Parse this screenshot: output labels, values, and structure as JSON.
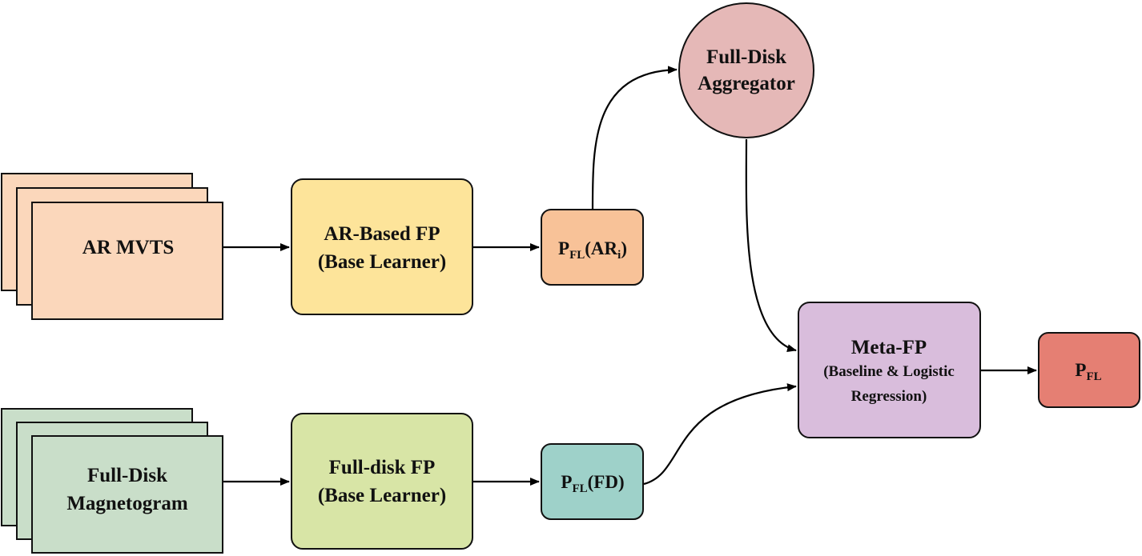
{
  "nodes": {
    "ar_mvts": {
      "label": "AR MVTS",
      "color": "#fbd7bb"
    },
    "ar_fp": {
      "line1": "AR-Based FP",
      "line2": "(Base Learner)",
      "color": "#fde49a"
    },
    "pfl_ar": {
      "base": "P",
      "sub": "FL",
      "open": "(AR",
      "idx": "i",
      "close": ")",
      "color": "#f8c298"
    },
    "aggregator": {
      "line1": "Full-Disk",
      "line2": "Aggregator",
      "color": "#e5b8b7"
    },
    "fd_magnetogram": {
      "line1": "Full-Disk",
      "line2": "Magnetogram",
      "color": "#c9dec9"
    },
    "fd_fp": {
      "line1": "Full-disk FP",
      "line2": "(Base Learner)",
      "color": "#d8e5a6"
    },
    "pfl_fd": {
      "base": "P",
      "sub": "FL",
      "rest": "(FD)",
      "color": "#9ed1c9"
    },
    "meta_fp": {
      "line1": "Meta-FP",
      "line2": "(Baseline & Logistic",
      "line3": "Regression)",
      "color": "#d9bddc"
    },
    "pfl_out": {
      "base": "P",
      "sub": "FL",
      "color": "#e57f73"
    }
  }
}
